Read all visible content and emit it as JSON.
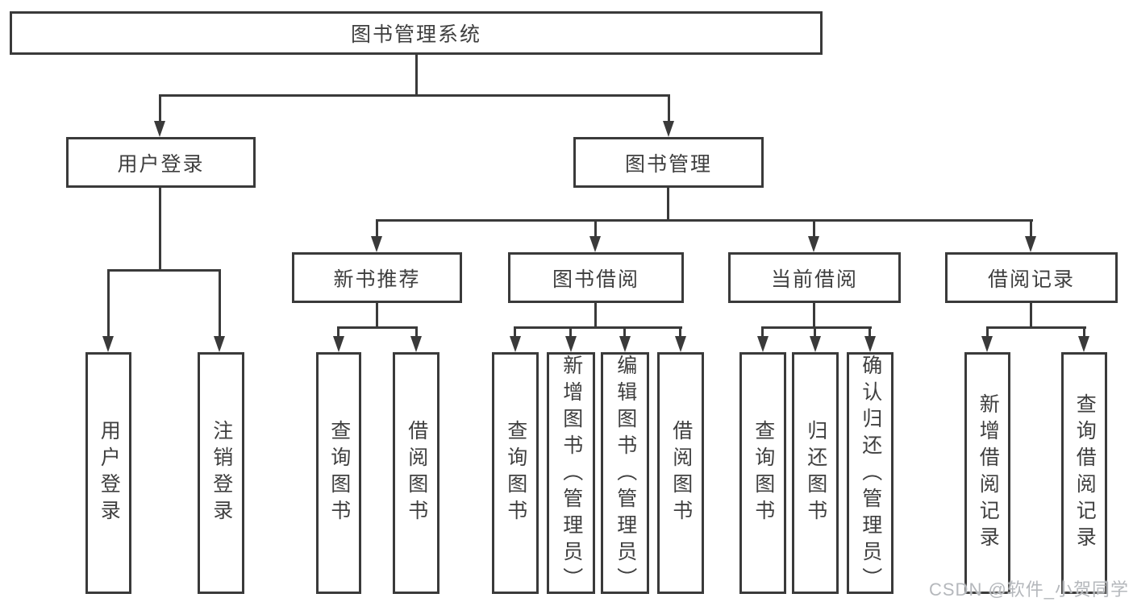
{
  "diagram": {
    "root": {
      "label": "图书管理系统"
    },
    "user_login": {
      "label": "用户登录",
      "children": [
        {
          "label": "用户登录"
        },
        {
          "label": "注销登录"
        }
      ]
    },
    "book_management": {
      "label": "图书管理",
      "sections": [
        {
          "label": "新书推荐",
          "children": [
            {
              "label": "查询图书"
            },
            {
              "label": "借阅图书"
            }
          ]
        },
        {
          "label": "图书借阅",
          "children": [
            {
              "label": "查询图书"
            },
            {
              "label": "新增图书（管理员）"
            },
            {
              "label": "编辑图书（管理员）"
            },
            {
              "label": "借阅图书"
            }
          ]
        },
        {
          "label": "当前借阅",
          "children": [
            {
              "label": "查询图书"
            },
            {
              "label": "归还图书"
            },
            {
              "label": "确认归还（管理员）"
            }
          ]
        },
        {
          "label": "借阅记录",
          "children": [
            {
              "label": "新增借阅记录"
            },
            {
              "label": "查询借阅记录"
            }
          ]
        }
      ]
    }
  },
  "watermark": {
    "text": "CSDN @软件_小贺同学",
    "color": "#b5b8bc"
  },
  "colors": {
    "line": "#3a3a3a",
    "box_border": "#3a3a3a",
    "text": "#3f3f3f",
    "background": "#ffffff"
  }
}
